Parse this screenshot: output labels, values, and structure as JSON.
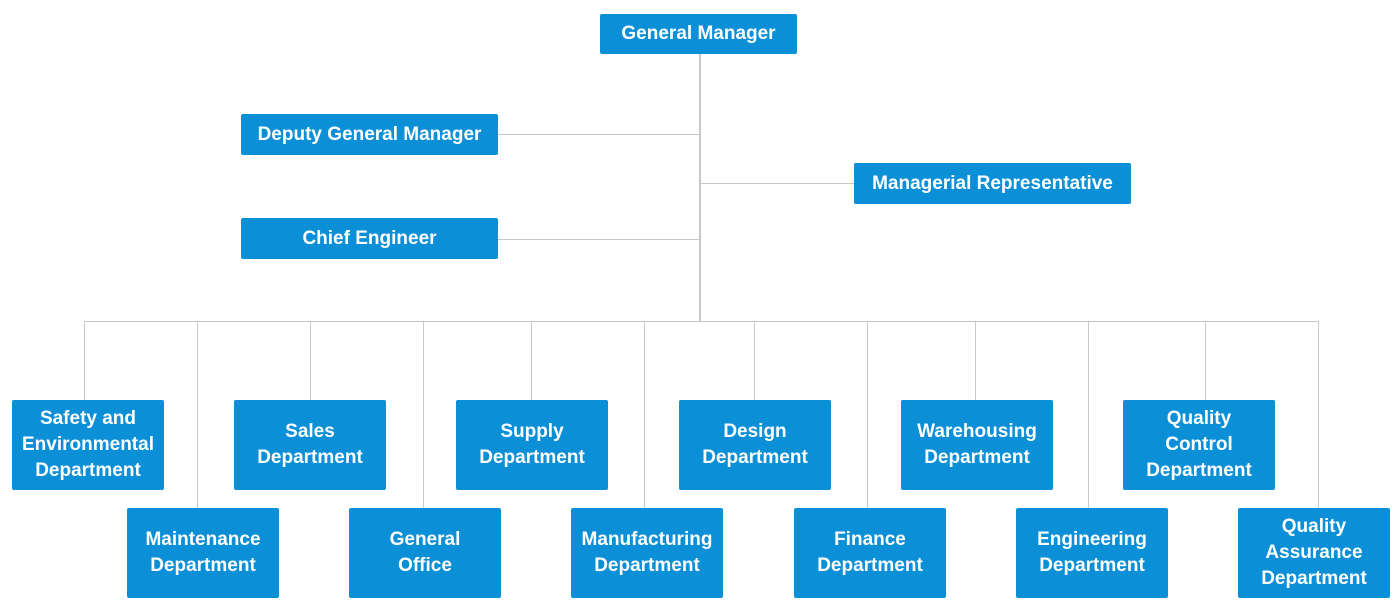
{
  "org_chart": {
    "colors": {
      "box": "#0b8fd6",
      "text": "#ffffff",
      "connector": "#c8c8c8"
    },
    "top": {
      "general_manager": "General Manager",
      "deputy_general_manager": "Deputy General Manager",
      "managerial_representative": "Managerial Representative",
      "chief_engineer": "Chief Engineer"
    },
    "departments": [
      "Safety and\nEnvironmental\nDepartment",
      "Maintenance\nDepartment",
      "Sales\nDepartment",
      "General\nOffice",
      "Supply\nDepartment",
      "Manufacturing\nDepartment",
      "Design\nDepartment",
      "Finance\nDepartment",
      "Warehousing\nDepartment",
      "Engineering\nDepartment",
      "Quality\nControl\nDepartment",
      "Quality\nAssurance\nDepartment"
    ]
  }
}
